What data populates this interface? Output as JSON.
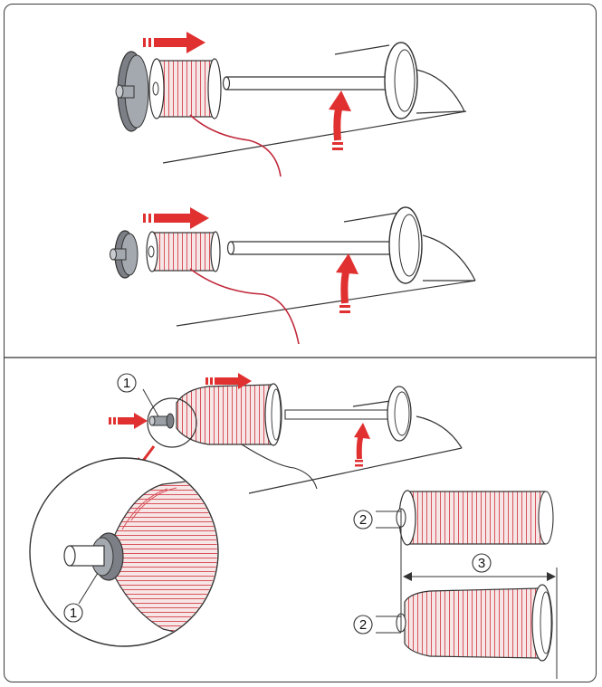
{
  "callouts": {
    "ref_1": "1",
    "ref_2": "2",
    "ref_3": "3"
  },
  "colors": {
    "thread": "#d23a3a",
    "arrow": "#e03030",
    "line": "#333333",
    "cap": "#9aa0a6",
    "spool_fill": "#f6e4e4"
  },
  "icons": {
    "direction": "arrow-right-icon",
    "rotate": "curved-arrow-up-icon"
  }
}
